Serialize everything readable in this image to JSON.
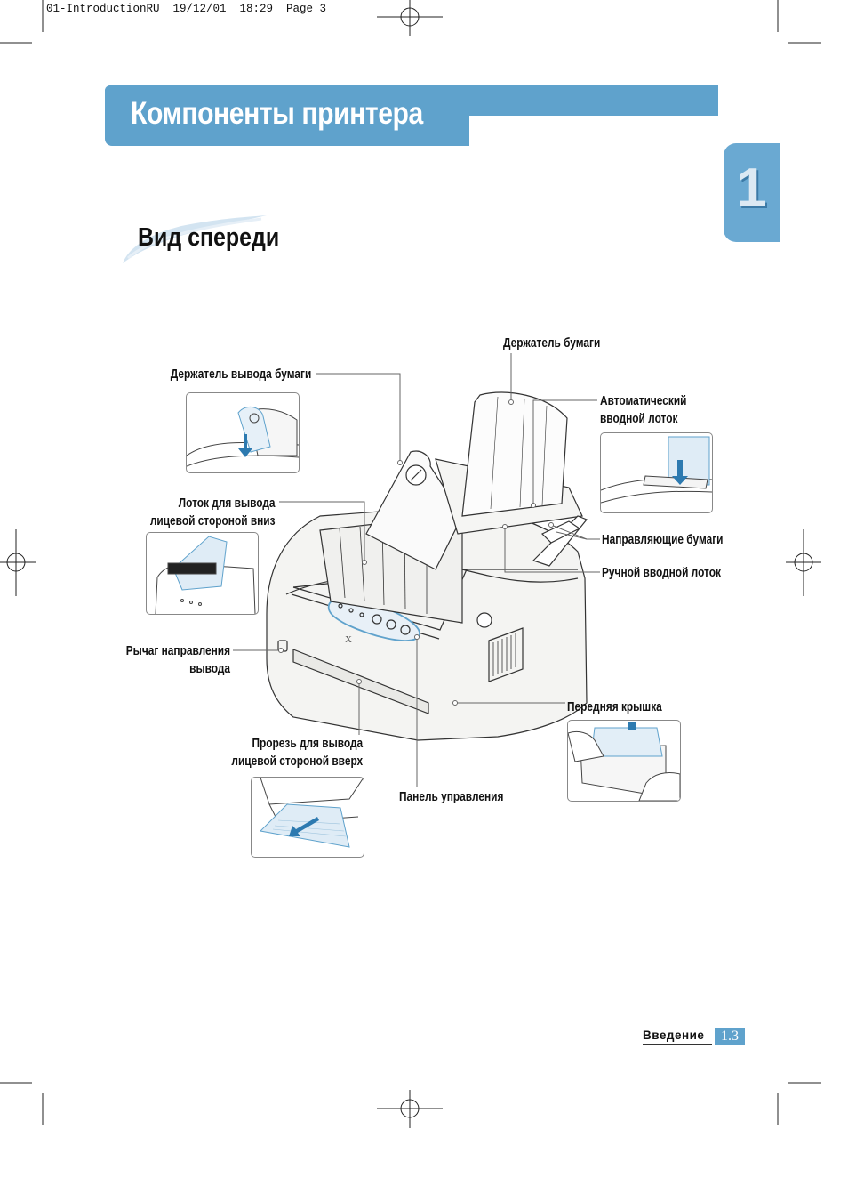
{
  "slug": "01-IntroductionRU  19/12/01  18:29  Page 3",
  "header": {
    "title": "Компоненты принтера",
    "chapter": "1"
  },
  "section": {
    "title": "Вид спереди"
  },
  "callouts": {
    "paper_holder": "Держатель бумаги",
    "output_support": "Держатель вывода бумаги",
    "auto_feeder": [
      "Автоматический",
      "вводной лоток"
    ],
    "output_tray_down": [
      "Лоток для вывода",
      "лицевой стороной вниз"
    ],
    "paper_guides": "Направляющие бумаги",
    "manual_feeder": "Ручной вводной лоток",
    "output_lever": [
      "Рычаг направления",
      "вывода"
    ],
    "front_cover": "Передняя крышка",
    "output_slot_up": [
      "Прорезь для вывода",
      "лицевой стороной вверх"
    ],
    "control_panel": "Панель управления"
  },
  "footer": {
    "section": "Введение",
    "page": "1.3"
  },
  "colors": {
    "accent": "#5fa2cc",
    "chapter_tab": "#6aa9d2",
    "line": "#666666"
  },
  "icons": [
    "registration-mark-icon",
    "crop-mark-icon",
    "arrow-icon"
  ]
}
